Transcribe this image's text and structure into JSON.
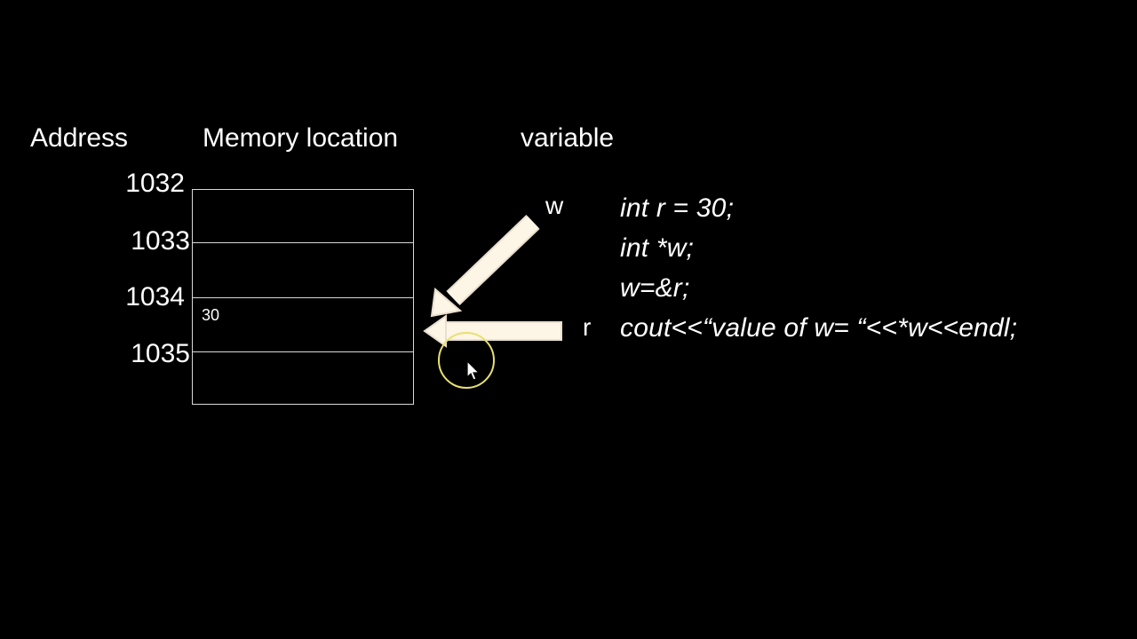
{
  "headers": {
    "address": "Address",
    "memory": "Memory location",
    "variable": "variable"
  },
  "addresses": [
    "1032",
    "1033",
    "1034",
    "1035"
  ],
  "memory_cell_value": "30",
  "variables": {
    "w": "w",
    "r": "r"
  },
  "code_lines": [
    "int r = 30;",
    "int *w;",
    "w=&r;",
    "cout<<“value of w= “<<*w<<endl;"
  ],
  "colors": {
    "background": "#000000",
    "text": "#ffffff",
    "grid": "#d9d9d9",
    "arrow": "#fdf5e6",
    "cursor_ring": "#e8e070"
  },
  "icons": {
    "cursor": "mouse-pointer-icon",
    "highlight": "cursor-highlight-icon"
  }
}
